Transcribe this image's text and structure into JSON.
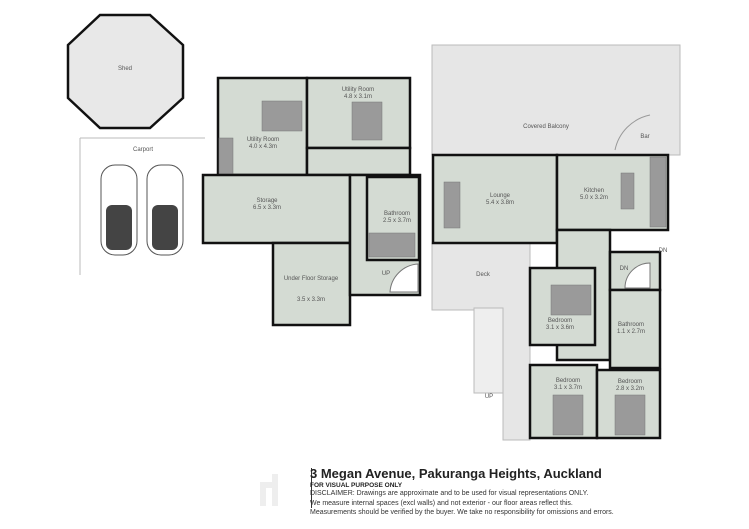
{
  "plan": {
    "rooms": [
      {
        "name": "Shed",
        "dims": ""
      },
      {
        "name": "Carport",
        "dims": ""
      },
      {
        "name": "Utility Room",
        "dims": "4.0 x 4.3m"
      },
      {
        "name": "Utility Room",
        "dims": "4.8 x 3.1m"
      },
      {
        "name": "Storage",
        "dims": "6.5 x 3.3m"
      },
      {
        "name": "Bathroom",
        "dims": "2.5 x 3.7m"
      },
      {
        "name": "Under Floor Storage",
        "dims": "3.5 x 3.3m"
      },
      {
        "name": "Covered Balcony",
        "dims": ""
      },
      {
        "name": "Bar",
        "dims": ""
      },
      {
        "name": "Lounge",
        "dims": "5.4 x 3.8m"
      },
      {
        "name": "Kitchen",
        "dims": "5.0 x 3.2m"
      },
      {
        "name": "Deck",
        "dims": ""
      },
      {
        "name": "Bedroom",
        "dims": "3.1 x 3.6m"
      },
      {
        "name": "Bathroom",
        "dims": "1.1 x 2.7m"
      },
      {
        "name": "Bedroom",
        "dims": "3.1 x 3.7m"
      },
      {
        "name": "Bedroom",
        "dims": "2.8 x 3.2m"
      }
    ],
    "stair_labels": {
      "up1": "UP",
      "up2": "UP",
      "dn1": "DN",
      "dn2": "DN"
    },
    "colors": {
      "room": "#d4dbd3",
      "wall": "#111111",
      "exterior": "#e6e6e6"
    }
  },
  "footer": {
    "address": "3 Megan Avenue, Pakuranga Heights, Auckland",
    "subtitle": "FOR VISUAL PURPOSE ONLY",
    "disclaimer_lines": [
      "DISCLAIMER: Drawings are approximate and to be used for visual representations ONLY.",
      "We measure internal spaces (excl walls) and not exterior - our floor areas reflect this.",
      "Measurements should be verified by the buyer. We take no responsibility for omissions and errors."
    ]
  }
}
